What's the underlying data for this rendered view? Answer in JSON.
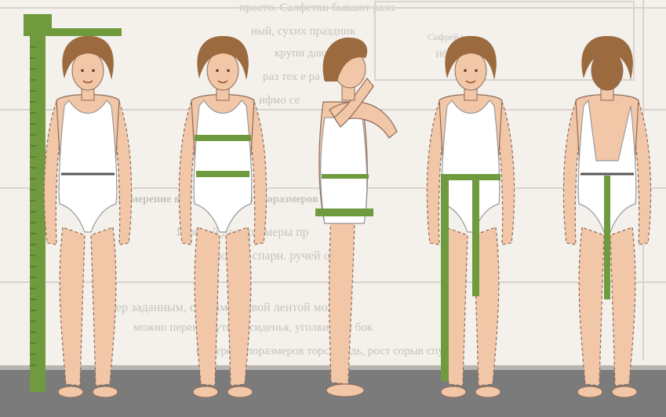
{
  "illustration": {
    "figures": [
      {
        "name": "front-height",
        "view": "front"
      },
      {
        "name": "front-chest-waist",
        "view": "front"
      },
      {
        "name": "side-view",
        "view": "side"
      },
      {
        "name": "front-leg-length",
        "view": "front"
      },
      {
        "name": "back-view",
        "view": "back"
      }
    ],
    "colors": {
      "measuring_tape": "#6f9a3e",
      "skin": "#f2c7a8",
      "swimsuit": "#ffffff",
      "hair": "#9b6b3f",
      "floor": "#7b7b7b",
      "wall_grid": "#d9d3cf",
      "background": "#f4f1ec"
    }
  },
  "background_text": {
    "lines": [
      "просто. Салфетки бывают разн",
      "ный, сухих праздник",
      "крупн дают об",
      "раз тех е ра ных ком",
      "ифмо се",
      "Измерение высоты Схема типоразмеров костюма",
      "Прямой дает размеры пр",
      "ствой на спарн. ручей о",
      "бер заданным, сантиметровой лентой можно",
      "можно перевернуть до сиденья, уголки, для бок",
      "фигуре типоразмеров торс, грудь, рост сорыв спус"
    ],
    "side_labels": [
      "Сифрейд",
      "Ибфаст"
    ]
  }
}
